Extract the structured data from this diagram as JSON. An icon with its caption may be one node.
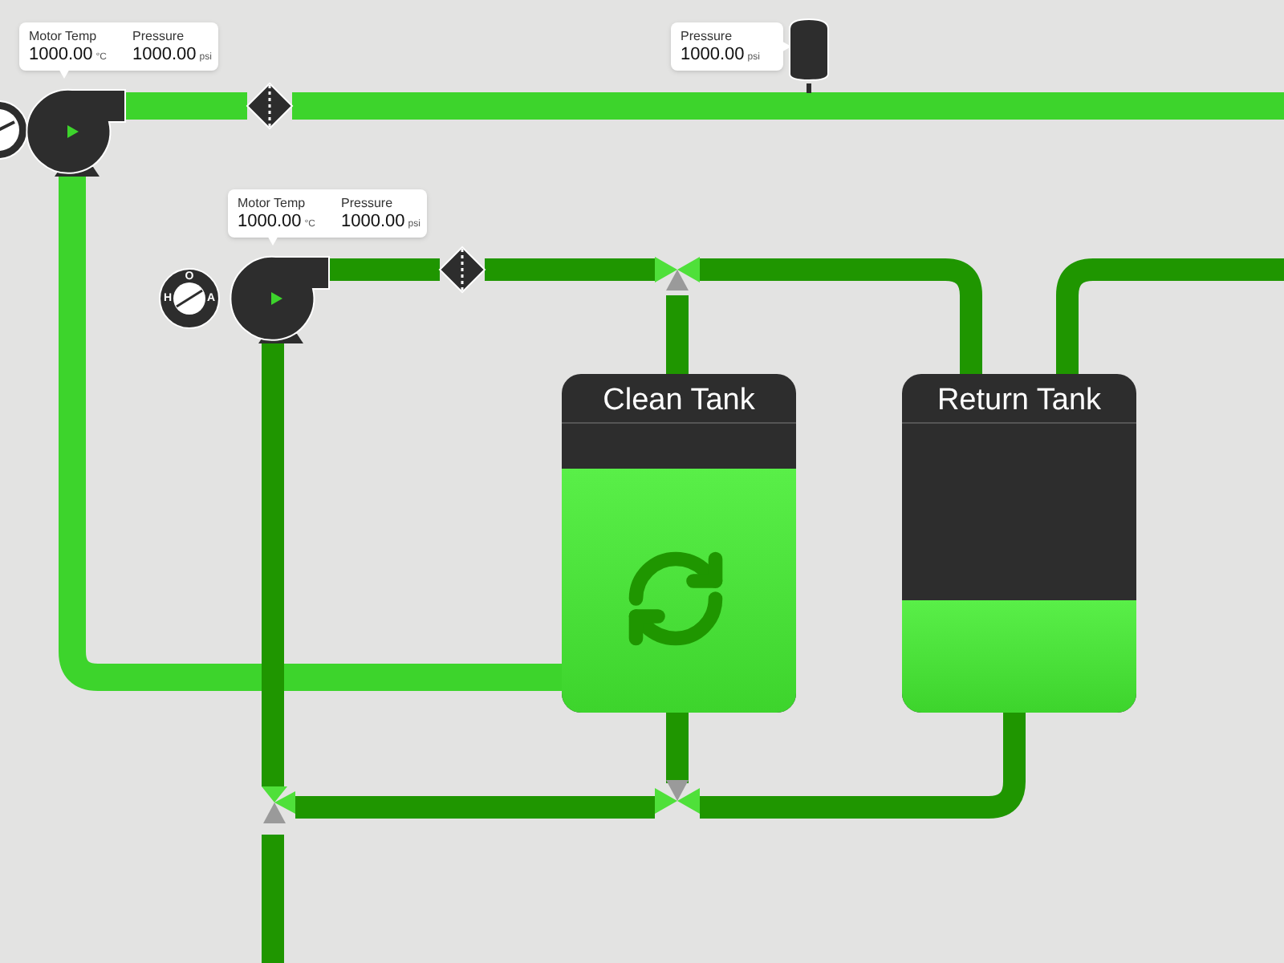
{
  "diagram": {
    "nodes": [
      {
        "text": [
          "Motor Temp",
          "1000.00",
          "°C",
          "Pressure",
          "1000.00",
          "psi"
        ]
      },
      {
        "text": [
          "Pressure",
          "1000.00",
          "psi"
        ]
      },
      {
        "text": [],
        "shape": "cylinder"
      },
      {
        "text": [],
        "shape": "circle"
      },
      {
        "text": [],
        "shape": "pump"
      },
      {
        "text": [],
        "shape": "diamond"
      },
      {
        "text": [
          "Motor Temp",
          "1000.00",
          "°C",
          "Pressure",
          "1000.00",
          "psi"
        ]
      },
      {
        "text": [
          "O",
          "H",
          "A"
        ]
      },
      {
        "text": [],
        "shape": "pump"
      },
      {
        "text": [],
        "shape": "diamond"
      },
      {
        "text": [],
        "shape": "valve"
      },
      {
        "text": [
          "Clean Tank"
        ]
      },
      {
        "text": [
          "Return Tank"
        ]
      },
      {
        "text": [],
        "shape": "valve"
      },
      {
        "text": [],
        "shape": "valve"
      }
    ],
    "edges": [
      {
        "from": 4,
        "to": 5,
        "arrow": "none",
        "color": "#3dd42c"
      },
      {
        "from": 5,
        "to": null,
        "arrow": "none",
        "color": "#3dd42c"
      },
      {
        "from": 4,
        "to": 11,
        "arrow": "none",
        "color": "#3dd42c"
      },
      {
        "from": 8,
        "to": 9,
        "arrow": "none"
      },
      {
        "from": 9,
        "to": 10,
        "arrow": "none"
      },
      {
        "from": 10,
        "to": 11,
        "arrow": "none"
      },
      {
        "from": 10,
        "to": 12,
        "arrow": "none"
      },
      {
        "from": 12,
        "to": null,
        "arrow": "none"
      },
      {
        "from": 13,
        "to": 8,
        "arrow": "none"
      },
      {
        "from": 11,
        "to": 14,
        "arrow": "none"
      },
      {
        "from": 14,
        "to": 13,
        "arrow": "none"
      },
      {
        "from": 12,
        "to": 14,
        "arrow": "none"
      },
      {
        "from": 13,
        "to": null,
        "arrow": "none"
      },
      {
        "from": 2,
        "to": null,
        "arrow": "none",
        "color": "#2d2d2d"
      }
    ]
  }
}
